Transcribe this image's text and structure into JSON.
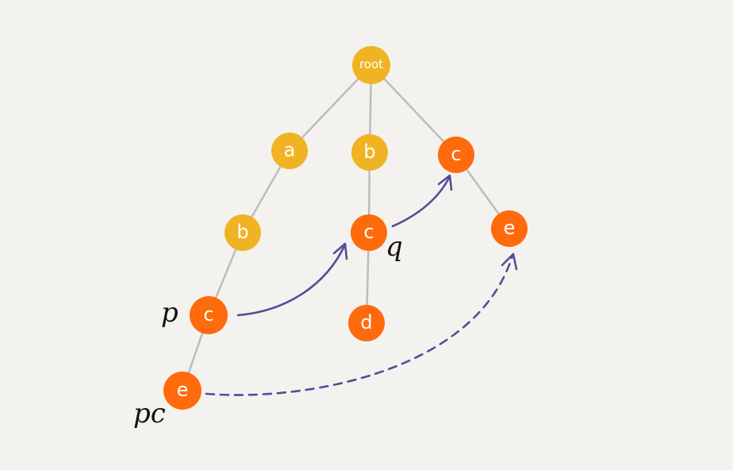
{
  "colors": {
    "background": "#f4f2ee",
    "node_yellow": "#f0b323",
    "node_orange": "#ff6a0d",
    "edge": "#bcbcbc",
    "arrow": "#5a4a9a"
  },
  "nodes": {
    "root": "root",
    "a": "a",
    "b_mid": "b",
    "c_right": "c",
    "b_left": "b",
    "c_mid": "c",
    "e_right": "e",
    "c_left": "c",
    "d": "d",
    "e_left": "e"
  },
  "labels": {
    "p": "p",
    "q": "q",
    "pc": "pc"
  }
}
